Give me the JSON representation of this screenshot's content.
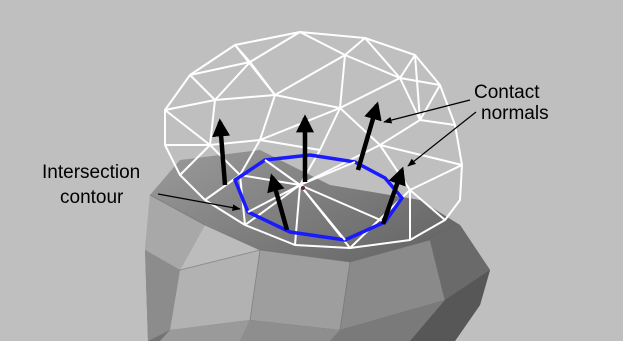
{
  "labels": {
    "contact_normals_line1": "Contact",
    "contact_normals_line2": "normals",
    "intersection_contour_line1": "Intersection",
    "intersection_contour_line2": "contour"
  },
  "colors": {
    "background": "#bfbfbf",
    "wireframe": "#ffffff",
    "contour": "#1a1aff",
    "normals": "#000000",
    "solid_dark": "#5a5a5a",
    "solid_mid": "#8a8a8a",
    "solid_light": "#b4b4b4"
  }
}
